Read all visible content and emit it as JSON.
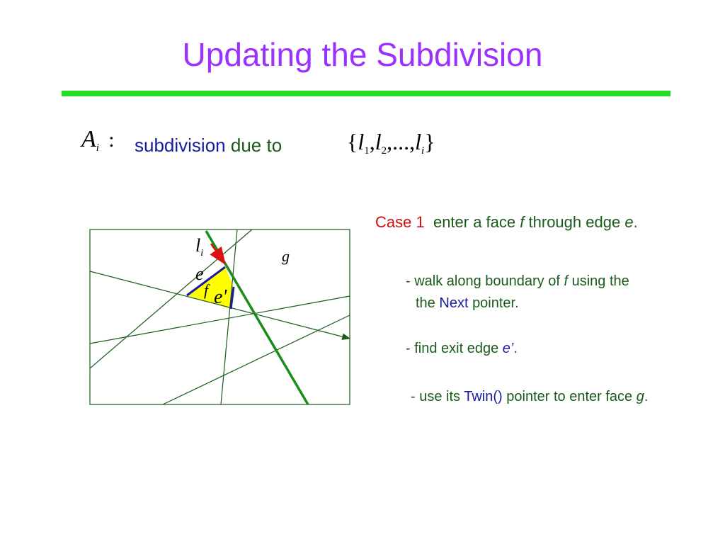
{
  "title": "Updating the Subdivision",
  "definition": {
    "lhs_symbol": "A",
    "lhs_subscript": "i",
    "colon": ":",
    "word_subdivision": "subdivision",
    "word_due_to": "due to",
    "set_open": "{",
    "set_l": "l",
    "sub_1": "1",
    "sub_2": "2",
    "ellipsis": "...,",
    "sub_i": "i",
    "set_close": "}"
  },
  "diagram_labels": {
    "line_label": "l",
    "line_label_sub": "i",
    "edge_e": "e",
    "face_f": "f",
    "edge_e_prime": "e'",
    "face_g": "g"
  },
  "case1": {
    "case_label": "Case 1",
    "text_a": "enter a face",
    "var_f": "f",
    "text_b": "through edge",
    "var_e": "e",
    "period": "."
  },
  "bullet1": {
    "line1_a": "- walk along boundary of",
    "var_f": "f",
    "line1_b": "using the",
    "line2_a": "the",
    "next_word": "Next",
    "line2_b": "pointer."
  },
  "bullet2": {
    "text": "- find exit edge",
    "var": "e’",
    "period": "."
  },
  "bullet3": {
    "text_a": "- use its",
    "twin": "Twin()",
    "text_b": "pointer to enter face",
    "var_g": "g",
    "period": "."
  },
  "colors": {
    "title": "#9b30ff",
    "title_rule": "#22dd22",
    "line_li": "#1a8c1a",
    "arrow": "#dd1111",
    "face_fill": "#ffff00",
    "edge_blue": "#1a1aa0",
    "thin_lines": "#1a5a1a"
  }
}
